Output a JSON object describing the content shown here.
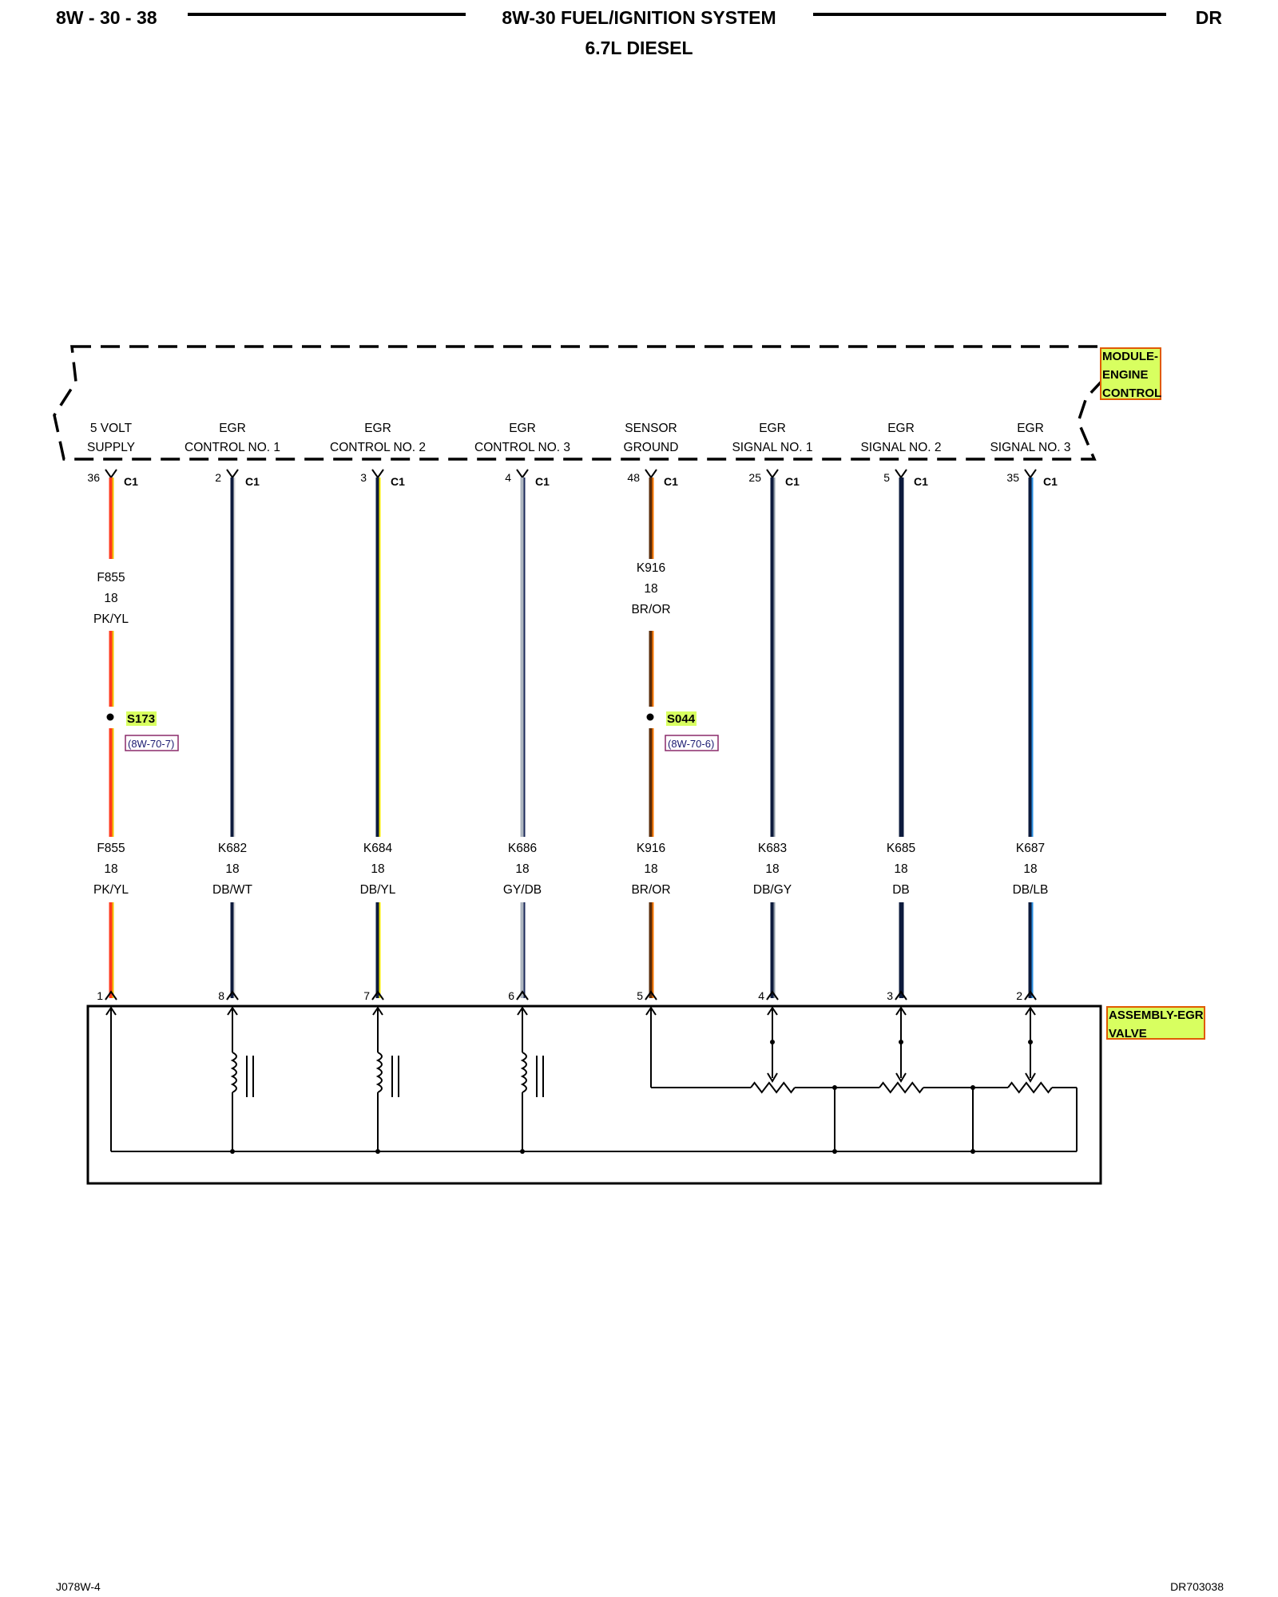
{
  "header": {
    "page_number": "8W - 30 - 38",
    "title": "8W-30 FUEL/IGNITION SYSTEM",
    "subtitle": "6.7L DIESEL",
    "model": "DR"
  },
  "module": {
    "name_lines": [
      "MODULE-",
      "ENGINE",
      "CONTROL"
    ],
    "connector": "C1"
  },
  "egr_valve": {
    "name_lines": [
      "ASSEMBLY-EGR",
      "VALVE"
    ]
  },
  "circuits": [
    {
      "func": [
        "5 VOLT",
        "SUPPLY"
      ],
      "ecm_pin": "36",
      "wire": "F855",
      "gauge": "18",
      "color_code": "PK/YL",
      "valve_pin": "1",
      "splice": {
        "id": "S173",
        "ref": "(8W-70-7)"
      },
      "upper_label": {
        "wire": "F855",
        "gauge": "18",
        "color_code": "PK/YL"
      },
      "colors": [
        "#ff3b1f",
        "#f2c400"
      ]
    },
    {
      "func": [
        "EGR",
        "CONTROL NO. 1"
      ],
      "ecm_pin": "2",
      "wire": "K682",
      "gauge": "18",
      "color_code": "DB/WT",
      "valve_pin": "8",
      "colors": [
        "#0d1b3d",
        "#d8d8d8"
      ]
    },
    {
      "func": [
        "EGR",
        "CONTROL NO. 2"
      ],
      "ecm_pin": "3",
      "wire": "K684",
      "gauge": "18",
      "color_code": "DB/YL",
      "valve_pin": "7",
      "colors": [
        "#0d1b3d",
        "#f4ea00"
      ]
    },
    {
      "func": [
        "EGR",
        "CONTROL NO. 3"
      ],
      "ecm_pin": "4",
      "wire": "K686",
      "gauge": "18",
      "color_code": "GY/DB",
      "valve_pin": "6",
      "colors": [
        "#aeb6c0",
        "#1c2a5a"
      ]
    },
    {
      "func": [
        "SENSOR",
        "GROUND"
      ],
      "ecm_pin": "48",
      "wire": "K916",
      "gauge": "18",
      "color_code": "BR/OR",
      "valve_pin": "5",
      "splice": {
        "id": "S044",
        "ref": "(8W-70-6)"
      },
      "upper_label": {
        "wire": "K916",
        "gauge": "18",
        "color_code": "BR/OR"
      },
      "colors": [
        "#5a2d0c",
        "#ff7a00"
      ]
    },
    {
      "func": [
        "EGR",
        "SIGNAL NO. 1"
      ],
      "ecm_pin": "25",
      "wire": "K683",
      "gauge": "18",
      "color_code": "DB/GY",
      "valve_pin": "4",
      "colors": [
        "#0d1b3d",
        "#8e98a4"
      ]
    },
    {
      "func": [
        "EGR",
        "SIGNAL NO. 2"
      ],
      "ecm_pin": "5",
      "wire": "K685",
      "gauge": "18",
      "color_code": "DB",
      "valve_pin": "3",
      "colors": [
        "#0d1b3d",
        "#0d1b3d"
      ]
    },
    {
      "func": [
        "EGR",
        "SIGNAL NO. 3"
      ],
      "ecm_pin": "35",
      "wire": "K687",
      "gauge": "18",
      "color_code": "DB/LB",
      "valve_pin": "2",
      "colors": [
        "#0d1b3d",
        "#2a8fe0"
      ]
    }
  ],
  "highlight_color": "#d8ff60",
  "highlight_border": "#e05a00",
  "footer": {
    "left": "J078W-4",
    "right": "DR703038"
  }
}
